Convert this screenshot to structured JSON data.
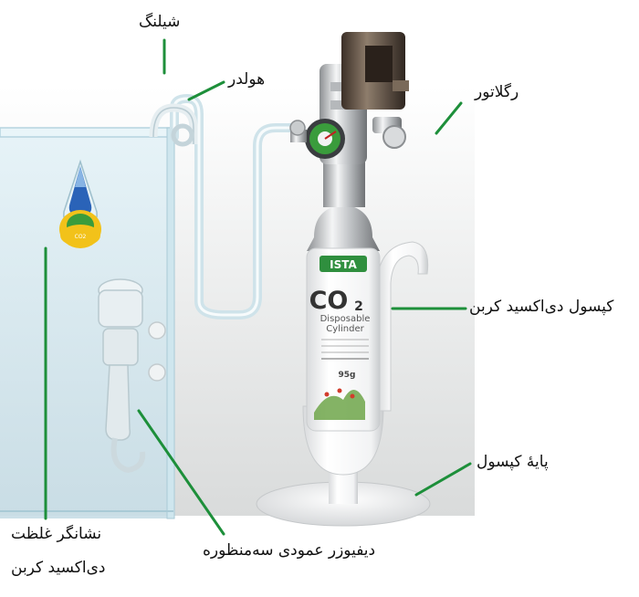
{
  "labels": {
    "tubing": "شیلنگ",
    "holder": "هولدر",
    "regulator": "رگلاتور",
    "cylinder": "کپسول دی‌اکسید کربن",
    "stand": "پایهٔ کپسول",
    "diffuser": "دیفیوزر عمودی سه‌منظوره",
    "checker_line1": "نشانگر غلظت",
    "checker_line2": "دی‌اکسید کربن"
  },
  "product": {
    "co2_main": "CO",
    "co2_sub": "2",
    "title_line1": "Disposable",
    "title_line2": "Cylinder",
    "weight": "95g",
    "brand": "ISTA",
    "checker_text": "CO2"
  },
  "colors": {
    "leader": "#1d8f3a",
    "tank_glass": "#d8ecf3",
    "brand_green": "#2f8f3e",
    "gauge_green": "#3a9c3c",
    "indicator_blue": "#2a63b8",
    "indicator_yellow": "#f2c21a"
  }
}
